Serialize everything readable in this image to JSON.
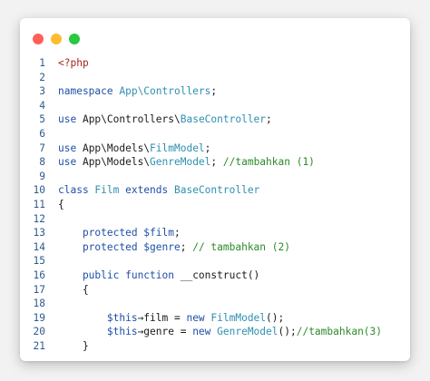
{
  "window": {
    "controls": [
      {
        "name": "close",
        "color": "#ff5f57"
      },
      {
        "name": "minimize",
        "color": "#febc2e"
      },
      {
        "name": "zoom",
        "color": "#28c840"
      }
    ]
  },
  "colors": {
    "tag": "#a3261b",
    "keyword": "#1f4fa8",
    "class": "#2f8fb0",
    "comment": "#2e8a2a",
    "text": "#1a1a1a",
    "line_number": "#2d5b8f"
  },
  "code": {
    "lines": [
      {
        "n": "1",
        "tokens": [
          {
            "t": "<?php",
            "k": "tag"
          }
        ]
      },
      {
        "n": "2",
        "tokens": []
      },
      {
        "n": "3",
        "tokens": [
          {
            "t": "namespace ",
            "k": "kw"
          },
          {
            "t": "App\\Controllers",
            "k": "cls"
          },
          {
            "t": ";",
            "k": "txt"
          }
        ]
      },
      {
        "n": "4",
        "tokens": []
      },
      {
        "n": "5",
        "tokens": [
          {
            "t": "use ",
            "k": "kw"
          },
          {
            "t": "App\\Controllers\\",
            "k": "txt"
          },
          {
            "t": "BaseController",
            "k": "cls"
          },
          {
            "t": ";",
            "k": "txt"
          }
        ]
      },
      {
        "n": "6",
        "tokens": []
      },
      {
        "n": "7",
        "tokens": [
          {
            "t": "use ",
            "k": "kw"
          },
          {
            "t": "App\\Models\\",
            "k": "txt"
          },
          {
            "t": "FilmModel",
            "k": "cls"
          },
          {
            "t": ";",
            "k": "txt"
          }
        ]
      },
      {
        "n": "8",
        "tokens": [
          {
            "t": "use ",
            "k": "kw"
          },
          {
            "t": "App\\Models\\",
            "k": "txt"
          },
          {
            "t": "GenreModel",
            "k": "cls"
          },
          {
            "t": "; ",
            "k": "txt"
          },
          {
            "t": "//tambahkan (1)",
            "k": "cmt"
          }
        ]
      },
      {
        "n": "9",
        "tokens": []
      },
      {
        "n": "10",
        "tokens": [
          {
            "t": "class ",
            "k": "kw"
          },
          {
            "t": "Film ",
            "k": "cls"
          },
          {
            "t": "extends ",
            "k": "kw"
          },
          {
            "t": "BaseController",
            "k": "cls"
          }
        ]
      },
      {
        "n": "11",
        "tokens": [
          {
            "t": "{",
            "k": "txt"
          }
        ]
      },
      {
        "n": "12",
        "tokens": []
      },
      {
        "n": "13",
        "tokens": [
          {
            "t": "    protected ",
            "k": "kw"
          },
          {
            "t": "$film",
            "k": "var"
          },
          {
            "t": ";",
            "k": "txt"
          }
        ]
      },
      {
        "n": "14",
        "tokens": [
          {
            "t": "    protected ",
            "k": "kw"
          },
          {
            "t": "$genre",
            "k": "var"
          },
          {
            "t": "; ",
            "k": "txt"
          },
          {
            "t": "// tambahkan (2)",
            "k": "cmt"
          }
        ]
      },
      {
        "n": "15",
        "tokens": []
      },
      {
        "n": "16",
        "tokens": [
          {
            "t": "    public ",
            "k": "kw"
          },
          {
            "t": "function ",
            "k": "kw"
          },
          {
            "t": "__construct",
            "k": "txt"
          },
          {
            "t": "()",
            "k": "txt"
          }
        ]
      },
      {
        "n": "17",
        "tokens": [
          {
            "t": "    {",
            "k": "txt"
          }
        ]
      },
      {
        "n": "18",
        "tokens": []
      },
      {
        "n": "19",
        "tokens": [
          {
            "t": "        $this",
            "k": "var"
          },
          {
            "t": "→film = ",
            "k": "txt"
          },
          {
            "t": "new ",
            "k": "kw"
          },
          {
            "t": "FilmModel",
            "k": "cls"
          },
          {
            "t": "();",
            "k": "txt"
          }
        ]
      },
      {
        "n": "20",
        "tokens": [
          {
            "t": "        $this",
            "k": "var"
          },
          {
            "t": "→genre = ",
            "k": "txt"
          },
          {
            "t": "new ",
            "k": "kw"
          },
          {
            "t": "GenreModel",
            "k": "cls"
          },
          {
            "t": "();",
            "k": "txt"
          },
          {
            "t": "//tambahkan(3)",
            "k": "cmt"
          }
        ]
      },
      {
        "n": "21",
        "tokens": [
          {
            "t": "    }",
            "k": "txt"
          }
        ]
      }
    ]
  }
}
